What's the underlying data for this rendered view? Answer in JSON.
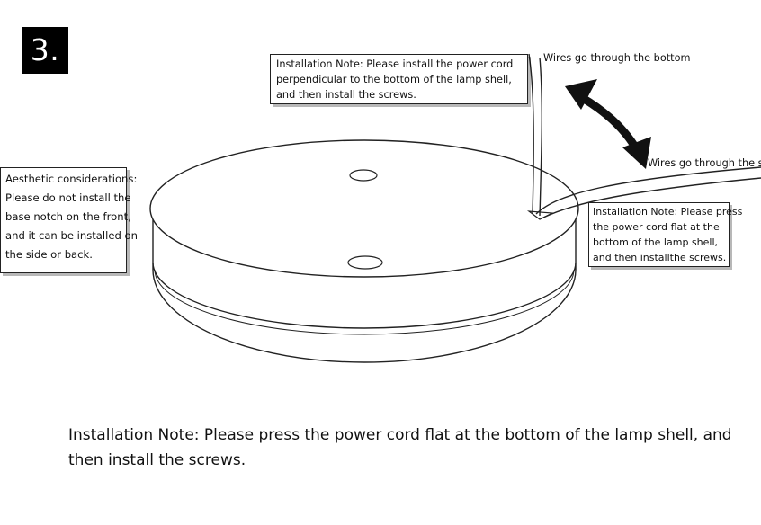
{
  "step_number": "3.",
  "top_note": {
    "lines": [
      "Installation Note: Please install the power cord",
      "perpendicular to the bottom of the lamp shell,",
      "and then install the screws."
    ]
  },
  "left_note": {
    "lines": [
      "Aesthetic considerations:",
      "Please do not install the",
      "base notch on the front,",
      "and it can be installed on",
      "the side or back."
    ]
  },
  "right_note": {
    "lines": [
      "Installation Note: Please press",
      "the power cord flat at the",
      "bottom of the lamp shell,",
      "and then installthe screws."
    ]
  },
  "labels": {
    "wires_bottom": "Wires go through the bottom",
    "wires_side": "Wires go through the side"
  },
  "caption": {
    "lines": [
      "Installation Note: Please press the power cord flat at the bottom of the lamp shell, and",
      "then install the screws."
    ]
  },
  "colors": {
    "line": "#222222",
    "arrow": "#111111",
    "badge_bg": "#000000",
    "badge_text": "#ffffff"
  },
  "icons": {
    "arrow": "double-headed-curved-arrow"
  }
}
